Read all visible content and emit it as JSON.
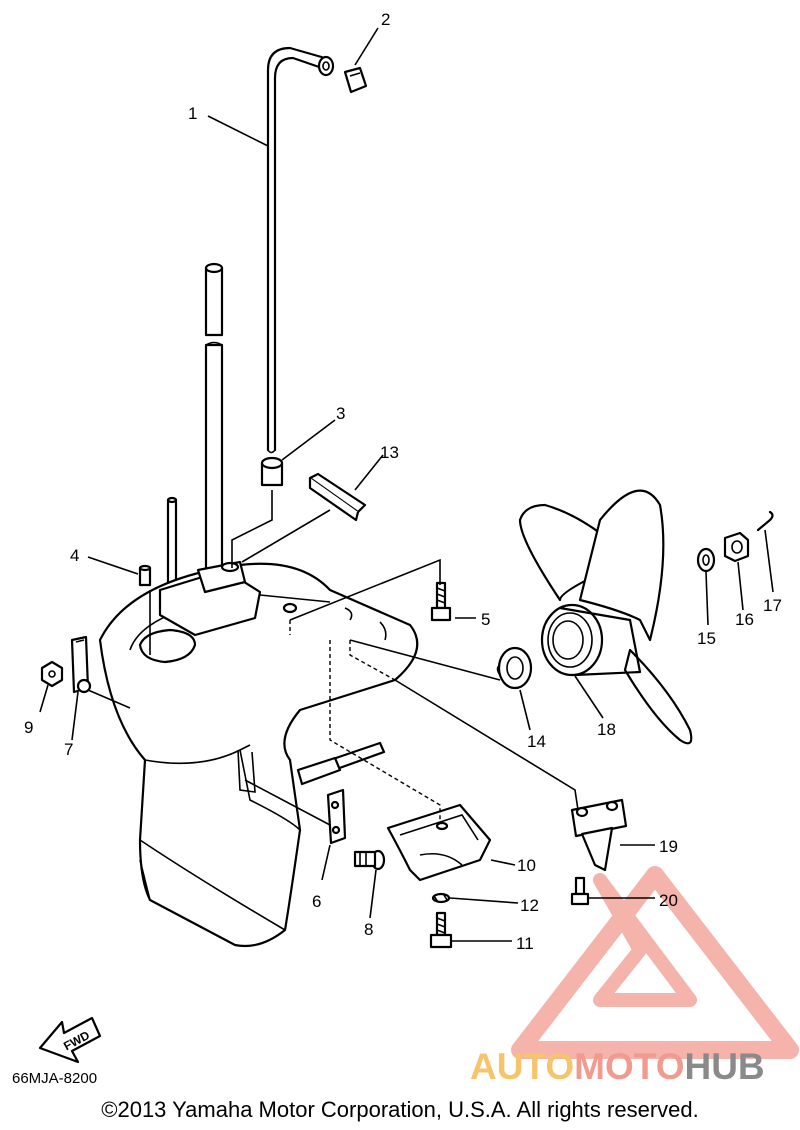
{
  "parts": [
    {
      "id": "1",
      "label": "1"
    },
    {
      "id": "2",
      "label": "2"
    },
    {
      "id": "3",
      "label": "3"
    },
    {
      "id": "4",
      "label": "4"
    },
    {
      "id": "5",
      "label": "5"
    },
    {
      "id": "6",
      "label": "6"
    },
    {
      "id": "7",
      "label": "7"
    },
    {
      "id": "8",
      "label": "8"
    },
    {
      "id": "9",
      "label": "9"
    },
    {
      "id": "10",
      "label": "10"
    },
    {
      "id": "11",
      "label": "11"
    },
    {
      "id": "12",
      "label": "12"
    },
    {
      "id": "13",
      "label": "13"
    },
    {
      "id": "14",
      "label": "14"
    },
    {
      "id": "15",
      "label": "15"
    },
    {
      "id": "16",
      "label": "16"
    },
    {
      "id": "17",
      "label": "17"
    },
    {
      "id": "18",
      "label": "18"
    },
    {
      "id": "19",
      "label": "19"
    },
    {
      "id": "20",
      "label": "20"
    }
  ],
  "fwd_arrow_label": "FWD",
  "diagram_code": "66MJA-8200",
  "copyright": "©2013 Yamaha Motor Corporation, U.S.A. All rights reserved.",
  "watermark": {
    "part1": "AUTO",
    "part2": "MOTO",
    "part3": "HUB",
    "colors": {
      "part1": "#f6c46a",
      "part2": "#f19a8f",
      "part3": "#8a8a8a",
      "logo": "#f19a8f"
    }
  }
}
